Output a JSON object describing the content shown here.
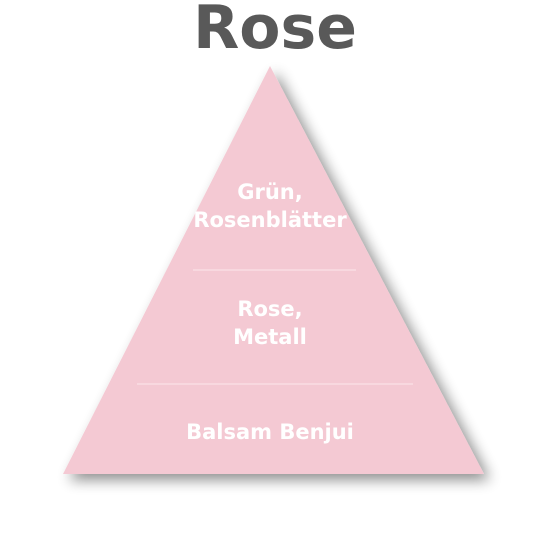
{
  "title": "Rose",
  "tiers": [
    {
      "label": "Grün,\nRosenblätter"
    },
    {
      "label": "Rose,\nMetall"
    },
    {
      "label": "Balsam Benjui"
    }
  ],
  "colors": {
    "title": "#595959",
    "pyramid_fill": "#f4c9d3",
    "tier_text": "#ffffff",
    "divider": "#fbe6eb"
  }
}
